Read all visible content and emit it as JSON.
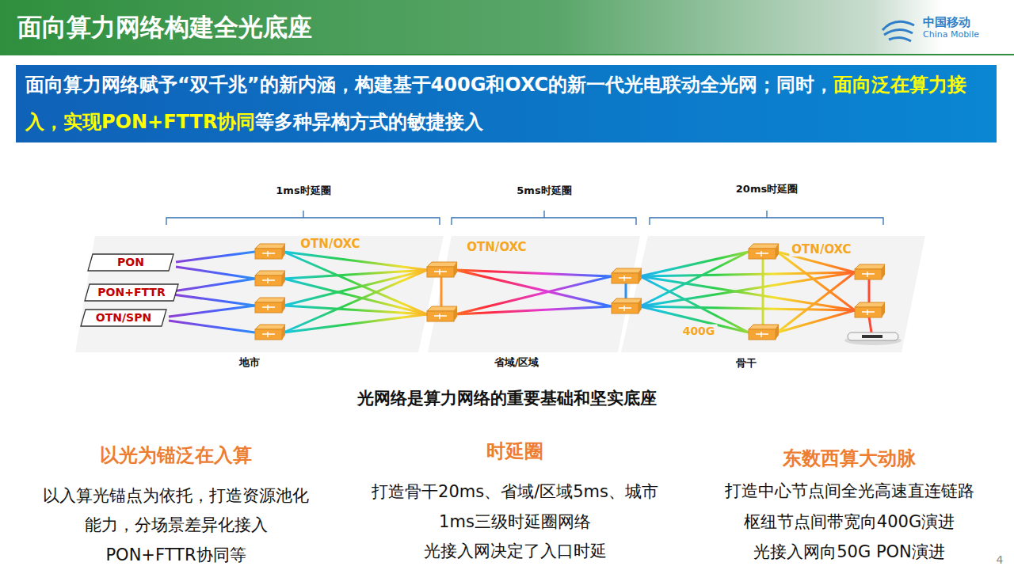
{
  "diagram": {
    "title": "面向算力网络构建全光底座",
    "caption": "光网络是算力网络的重要基础和坚实底座",
    "nodes": [
      {
        "text": [
          "面向算力网络赋予“双千兆”的新内涵，构建基于400G和OXC的新一代光电联动全光网；同时，",
          "面向泛在算力接入，实现PON+FTTR协同",
          "等多种异构方式的敏捷接入"
        ]
      },
      {
        "text": [
          "PON"
        ]
      },
      {
        "text": [
          "PON+FTTR"
        ]
      },
      {
        "text": [
          "OTN/SPN"
        ]
      }
    ],
    "labels": [
      "中国移动",
      "China Mobile",
      "1ms时延圈",
      "5ms时延圈",
      "20ms时延圈",
      "OTN/OXC",
      "OTN/OXC",
      "OTN/OXC",
      "400G",
      "地市",
      "省域/区域",
      "骨干",
      "以光为锚泛在入算",
      "以入算光锚点为依托，打造资源池化",
      "能力，分场景差异化接入",
      "PON+FTTR协同等",
      "时延圈",
      "打造骨干20ms、省域/区域5ms、城市",
      "1ms三级时延圈网络",
      "光接入网决定了入口时延",
      "东数西算大动脉",
      "打造中心节点间全光高速直连链路",
      "枢纽节点间带宽向400G演进",
      "光接入网向50G PON演进",
      "4"
    ]
  }
}
